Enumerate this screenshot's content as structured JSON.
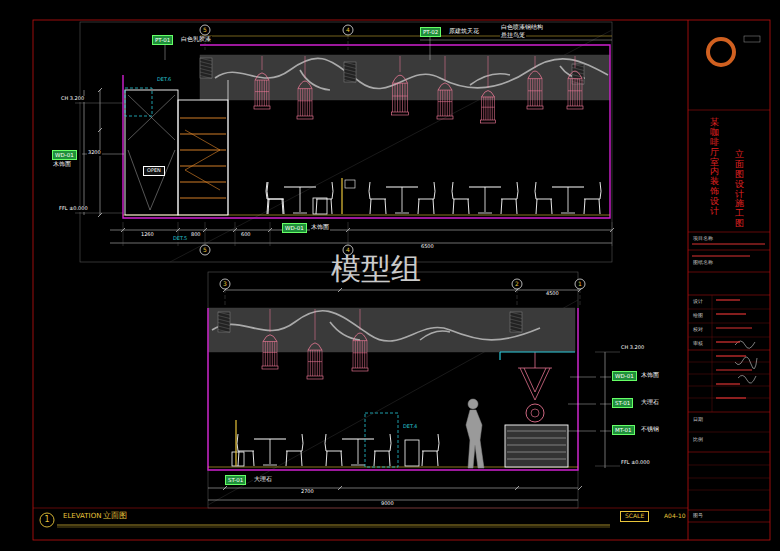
{
  "diagram": {
    "nodes": [
      {
        "text": [
          "OPEN"
        ]
      },
      {
        "text": [
          "PT-01"
        ]
      },
      {
        "text": [
          "WD-01"
        ]
      },
      {
        "text": [
          "PT-02"
        ]
      },
      {
        "text": [
          "WD-01"
        ]
      },
      {
        "text": [
          "ST-01"
        ]
      },
      {
        "text": [
          "WD-01"
        ]
      },
      {
        "text": [
          "ST-01"
        ]
      },
      {
        "text": [
          "MT-01"
        ]
      },
      {
        "text": [
          "SCALE"
        ]
      }
    ],
    "labels": [
      "模型组",
      "ELEVATION",
      "立面图",
      "1",
      "5",
      "4",
      "5",
      "4",
      "3",
      "2",
      "1",
      "白色乳胶漆",
      "原建筑天花",
      "白色喷漆钢结构",
      "悬挂鸟笼",
      "木饰面",
      "木饰面",
      "大理石",
      "木饰面",
      "大理石",
      "不锈钢",
      "FFL ±0.000",
      "CH 3.200",
      "FFL ±0.000",
      "CH 3.200",
      "DET.6",
      "DET.5",
      "DET.4",
      "1260",
      "800",
      "600",
      "6500",
      "2700",
      "9000",
      "4500",
      "3200",
      "某咖啡厅室内装饰设计",
      "立面图设计施工图",
      "项目名称",
      "图纸名称",
      "设计",
      "绘图",
      "校对",
      "审核",
      "日期",
      "比例",
      "图号",
      "A04-10"
    ]
  }
}
